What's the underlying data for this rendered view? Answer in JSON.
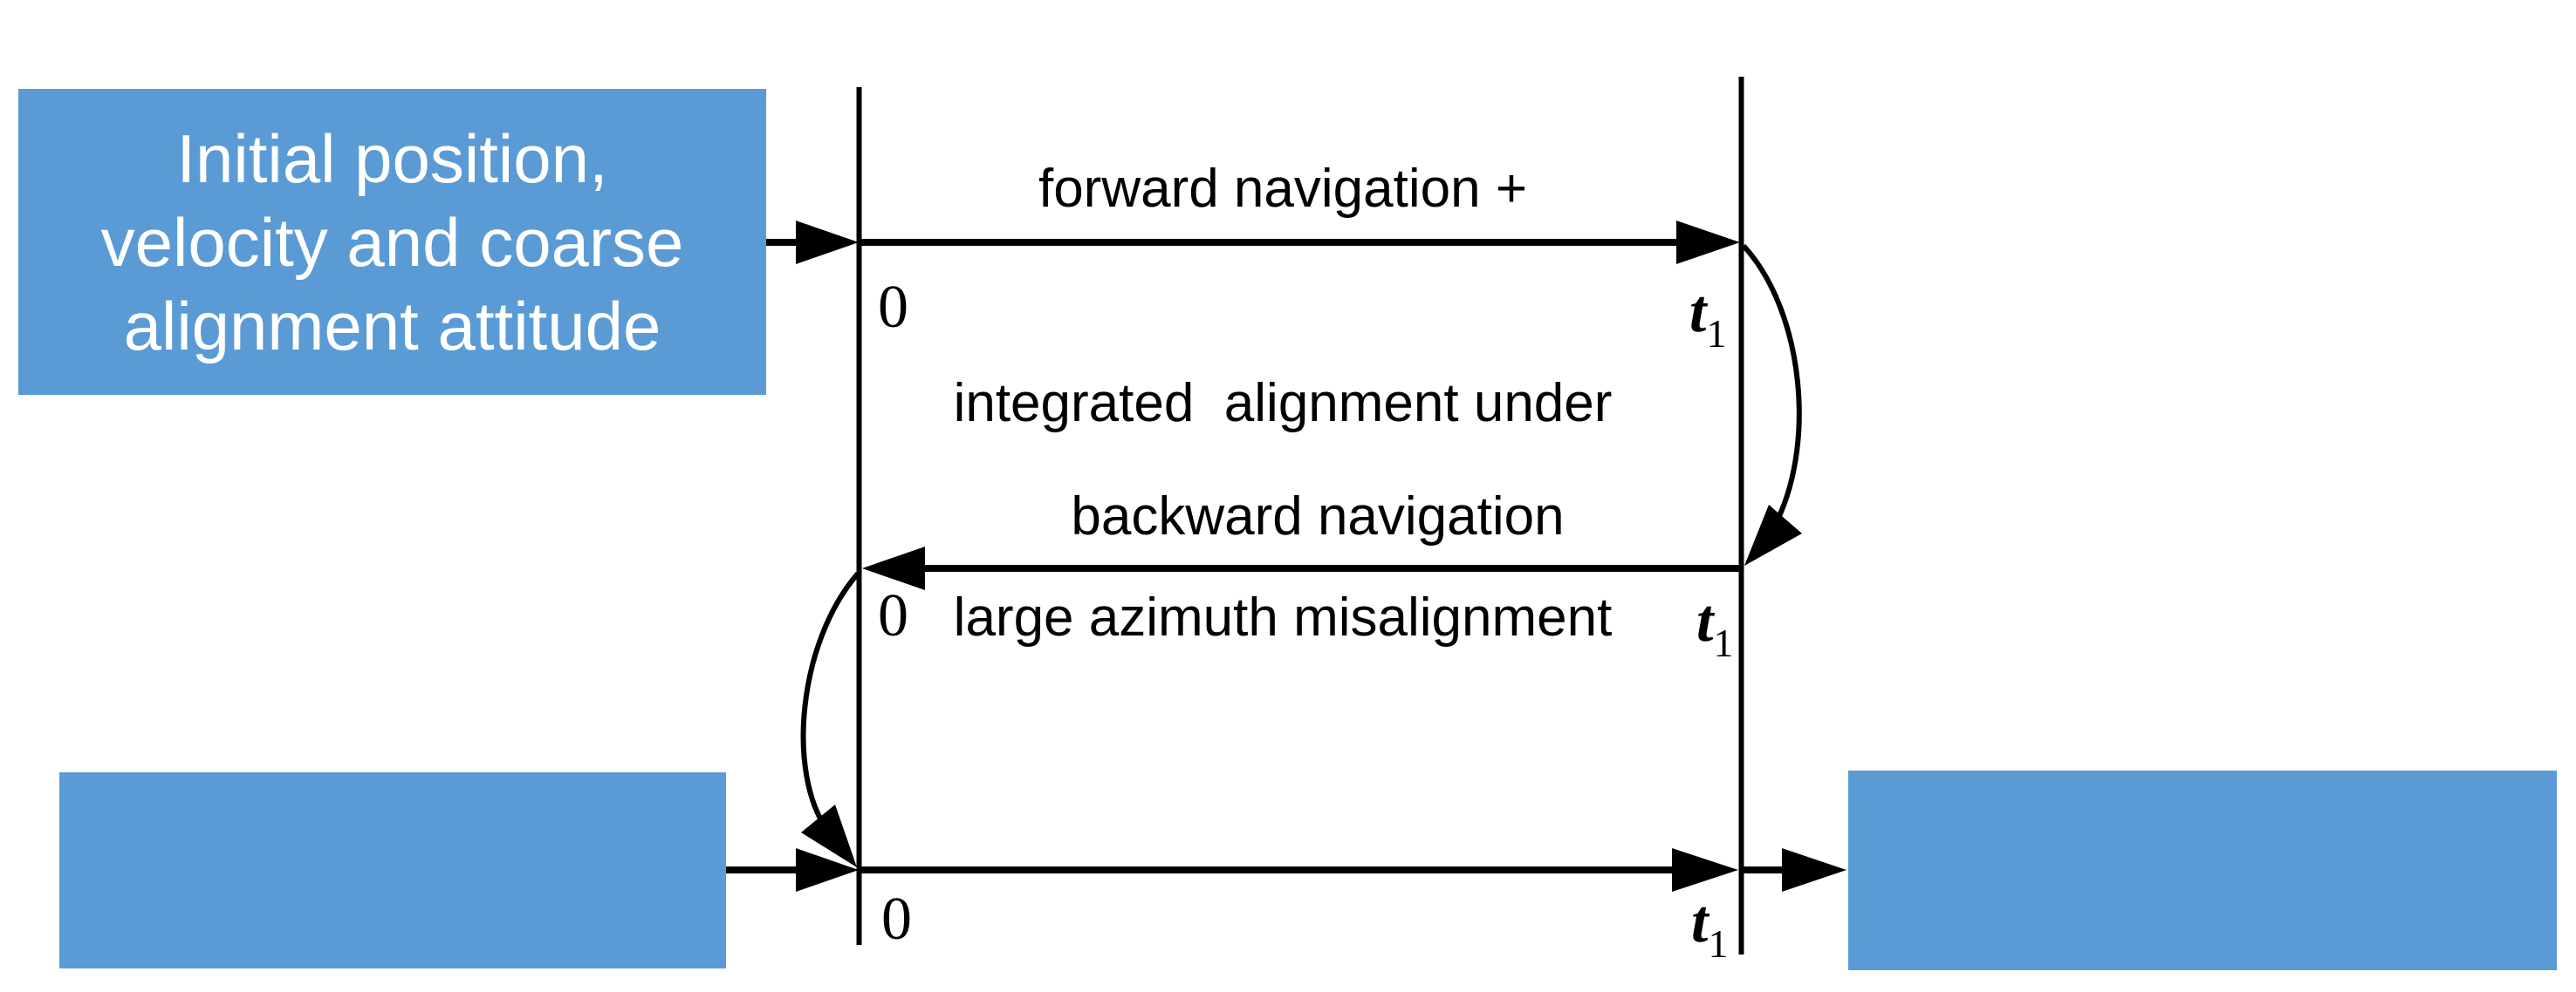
{
  "colors": {
    "box_blue": "#5B9BD5",
    "line_black": "#000000",
    "box_text_white": "#ffffff"
  },
  "initial_box": {
    "lines": [
      "Initial position,",
      "velocity and coarse",
      "alignment attitude"
    ]
  },
  "forward_label": {
    "lines": [
      "forward navigation +",
      "integrated  alignment under",
      "large azimuth misalignment"
    ]
  },
  "backward_label": "backward navigation",
  "ticks": {
    "zero": "0",
    "t_base": "t",
    "t_sub": "1"
  }
}
